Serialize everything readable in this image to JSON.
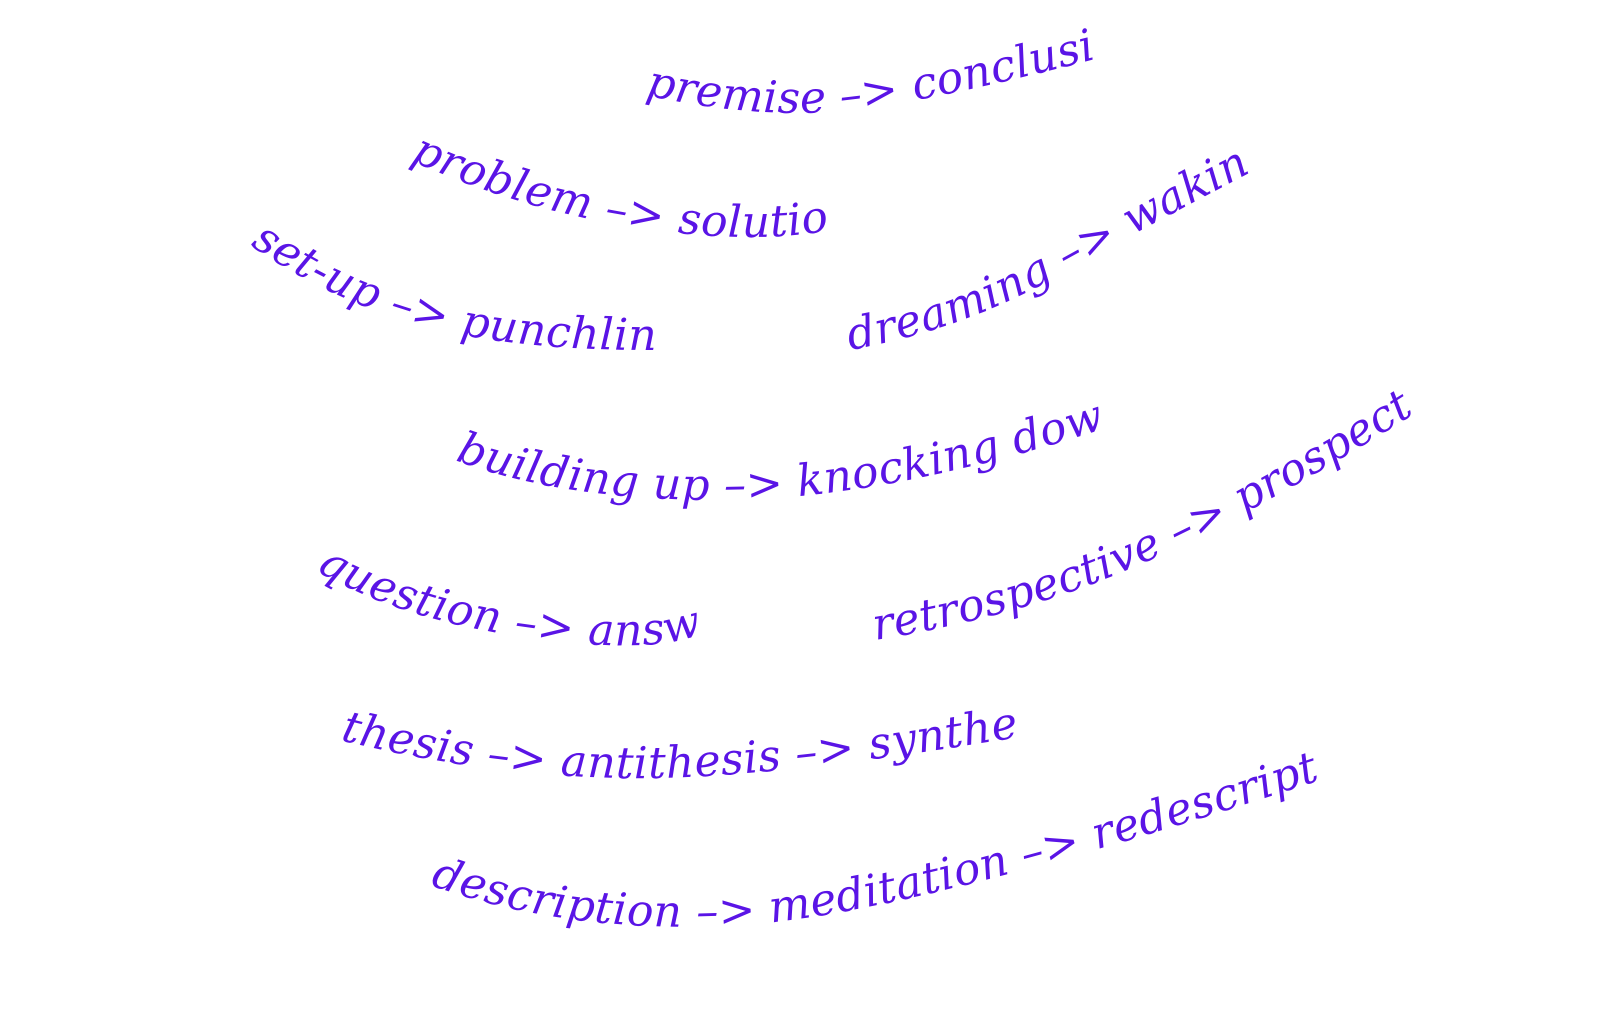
{
  "colors": {
    "background": "#ffffff",
    "text": "#5a14e6"
  },
  "phrases": [
    {
      "id": "premise-conclusion",
      "text": "premise –> conclusion"
    },
    {
      "id": "problem-solution",
      "text": "problem –> solution"
    },
    {
      "id": "setup-punchline",
      "text": "set-up –> punchline"
    },
    {
      "id": "dreaming-waking",
      "text": "dreaming –> waking"
    },
    {
      "id": "building-knocking",
      "text": "building up –> knocking down"
    },
    {
      "id": "question-answer",
      "text": "question –> answer"
    },
    {
      "id": "retrospective-prospective",
      "text": "retrospective –> prospective"
    },
    {
      "id": "thesis-synthesis",
      "text": "thesis –> antithesis –> synthesis"
    },
    {
      "id": "description-redescription",
      "text": "description –> meditation –> redescription"
    }
  ]
}
